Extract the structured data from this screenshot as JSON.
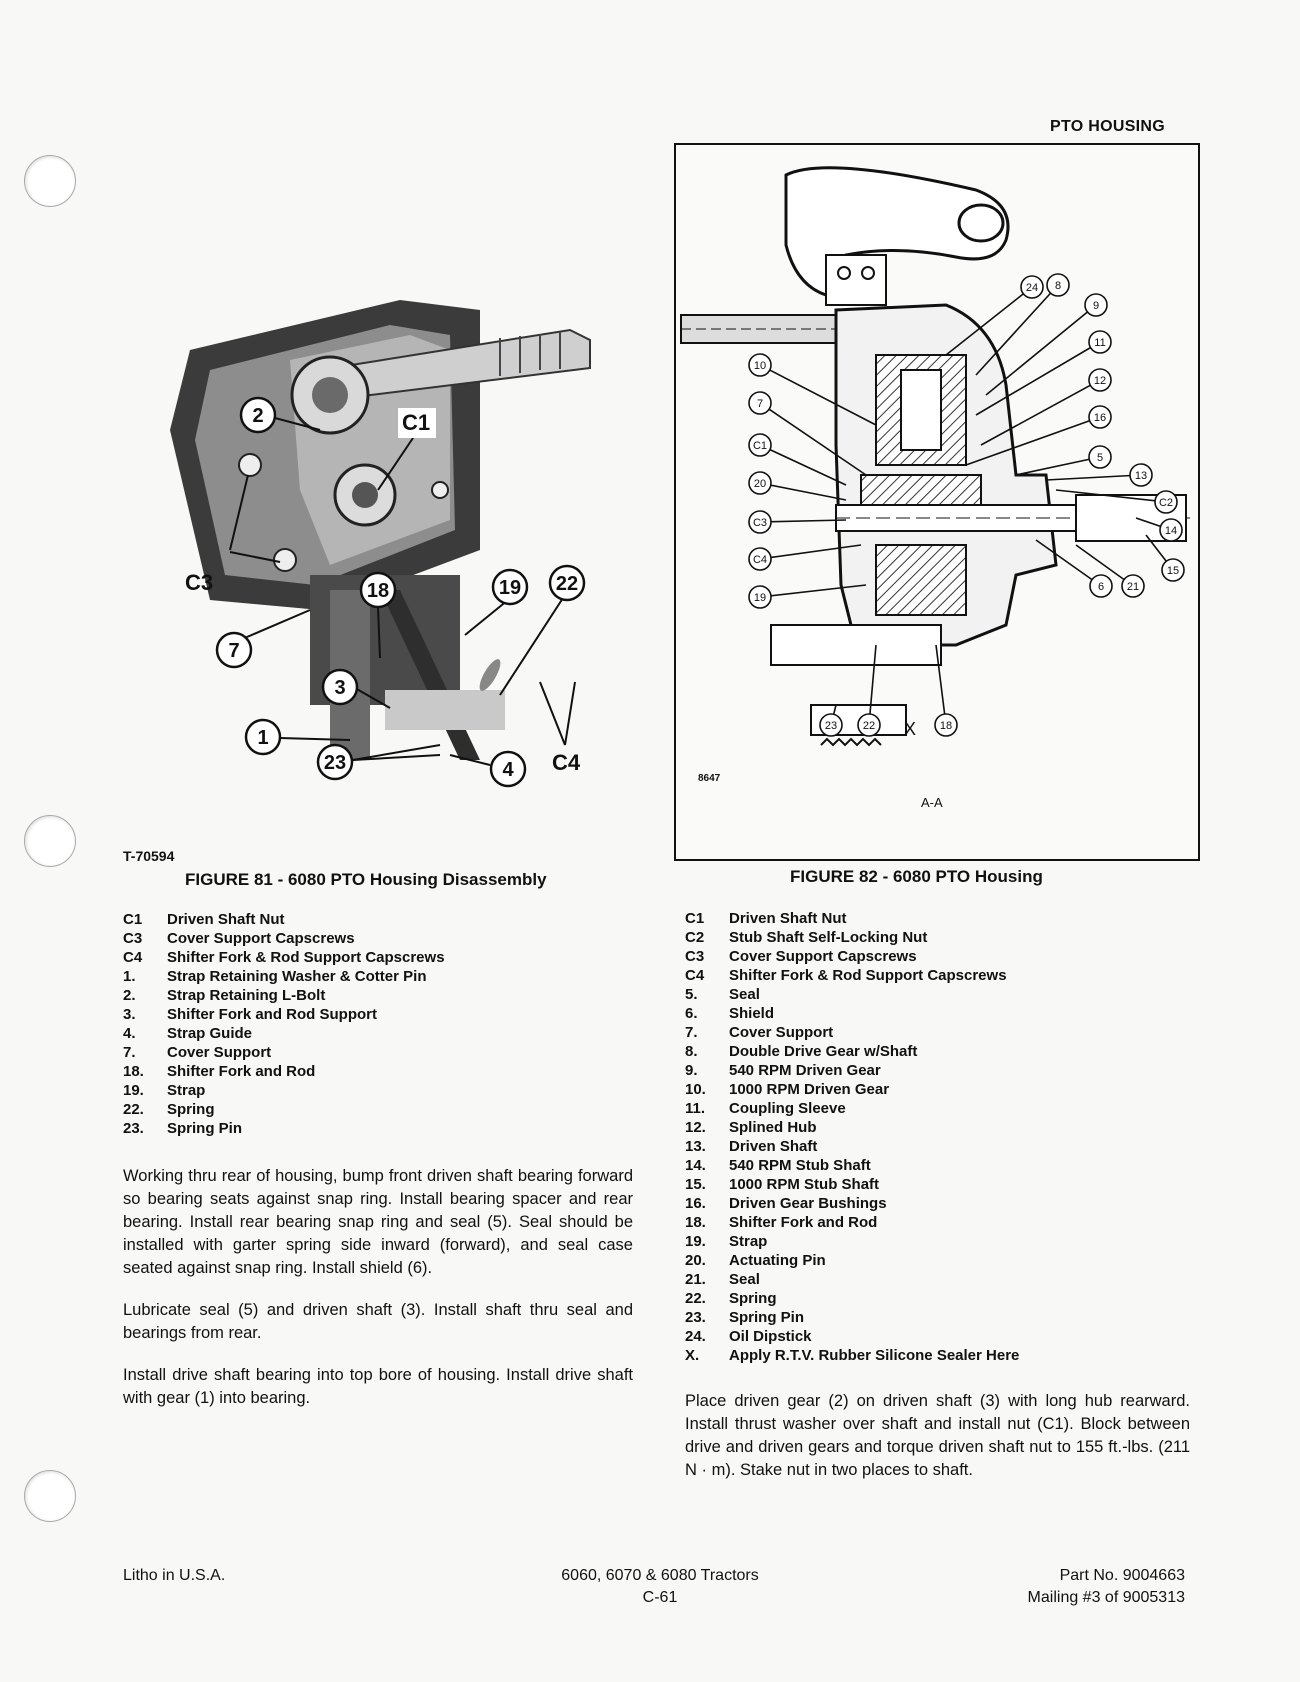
{
  "header": {
    "section_title": "PTO HOUSING"
  },
  "figure81": {
    "photo_id": "T-70594",
    "caption": "FIGURE 81 - 6080 PTO Housing Disassembly",
    "callouts": [
      "2",
      "C1",
      "C3",
      "18",
      "19",
      "22",
      "7",
      "3",
      "1",
      "23",
      "4",
      "C4"
    ],
    "legend": [
      {
        "key": "C1",
        "label": "Driven Shaft Nut"
      },
      {
        "key": "C3",
        "label": "Cover Support Capscrews"
      },
      {
        "key": "C4",
        "label": "Shifter Fork & Rod Support Capscrews"
      },
      {
        "key": "1.",
        "label": "Strap Retaining Washer & Cotter Pin"
      },
      {
        "key": "2.",
        "label": "Strap Retaining L-Bolt"
      },
      {
        "key": "3.",
        "label": "Shifter Fork and Rod Support"
      },
      {
        "key": "4.",
        "label": "Strap Guide"
      },
      {
        "key": "7.",
        "label": "Cover Support"
      },
      {
        "key": "18.",
        "label": "Shifter Fork and Rod"
      },
      {
        "key": "19.",
        "label": "Strap"
      },
      {
        "key": "22.",
        "label": "Spring"
      },
      {
        "key": "23.",
        "label": "Spring Pin"
      }
    ]
  },
  "figure82": {
    "caption": "FIGURE 82 - 6080 PTO Housing",
    "drawing_number": "8647",
    "section_label": "A-A",
    "callouts": [
      "24",
      "8",
      "9",
      "11",
      "12",
      "16",
      "5",
      "13",
      "C2",
      "14",
      "15",
      "21",
      "6",
      "10",
      "7",
      "C1",
      "20",
      "C3",
      "C4",
      "19",
      "23",
      "22",
      "X",
      "18"
    ],
    "legend": [
      {
        "key": "C1",
        "label": "Driven Shaft Nut"
      },
      {
        "key": "C2",
        "label": "Stub Shaft Self-Locking Nut"
      },
      {
        "key": "C3",
        "label": "Cover Support Capscrews"
      },
      {
        "key": "C4",
        "label": "Shifter Fork & Rod Support Capscrews"
      },
      {
        "key": "5.",
        "label": "Seal"
      },
      {
        "key": "6.",
        "label": "Shield"
      },
      {
        "key": "7.",
        "label": "Cover Support"
      },
      {
        "key": "8.",
        "label": "Double Drive Gear w/Shaft"
      },
      {
        "key": "9.",
        "label": "540 RPM Driven Gear"
      },
      {
        "key": "10.",
        "label": "1000 RPM Driven Gear"
      },
      {
        "key": "11.",
        "label": "Coupling Sleeve"
      },
      {
        "key": "12.",
        "label": "Splined Hub"
      },
      {
        "key": "13.",
        "label": "Driven Shaft"
      },
      {
        "key": "14.",
        "label": "540 RPM Stub Shaft"
      },
      {
        "key": "15.",
        "label": "1000 RPM Stub Shaft"
      },
      {
        "key": "16.",
        "label": "Driven Gear Bushings"
      },
      {
        "key": "18.",
        "label": "Shifter Fork and Rod"
      },
      {
        "key": "19.",
        "label": "Strap"
      },
      {
        "key": "20.",
        "label": "Actuating Pin"
      },
      {
        "key": "21.",
        "label": "Seal"
      },
      {
        "key": "22.",
        "label": "Spring"
      },
      {
        "key": "23.",
        "label": "Spring Pin"
      },
      {
        "key": "24.",
        "label": "Oil Dipstick"
      },
      {
        "key": "X.",
        "label": "Apply R.T.V. Rubber Silicone Sealer Here"
      }
    ]
  },
  "left_text": [
    "Working thru rear of housing, bump front driven shaft bearing forward so bearing seats against snap ring. Install bearing spacer and rear bearing. Install rear bearing snap ring and seal (5). Seal should be installed with garter spring side inward (forward), and seal case seated against snap ring. Install shield (6).",
    "Lubricate seal (5) and driven shaft (3). Install shaft thru seal and bearings from rear.",
    "Install drive shaft bearing into top bore of housing. Install drive shaft with gear (1) into bearing."
  ],
  "right_text": "Place driven gear (2) on driven shaft (3) with long hub rearward. Install thrust washer over shaft and install nut (C1). Block between drive and driven gears and torque driven shaft nut to 155 ft.-lbs. (211 N · m). Stake nut in two places to shaft.",
  "footer": {
    "left": "Litho in U.S.A.",
    "center_line1": "6060, 6070 & 6080 Tractors",
    "center_line2": "C-61",
    "right_line1": "Part No. 9004663",
    "right_line2": "Mailing #3 of 9005313"
  }
}
